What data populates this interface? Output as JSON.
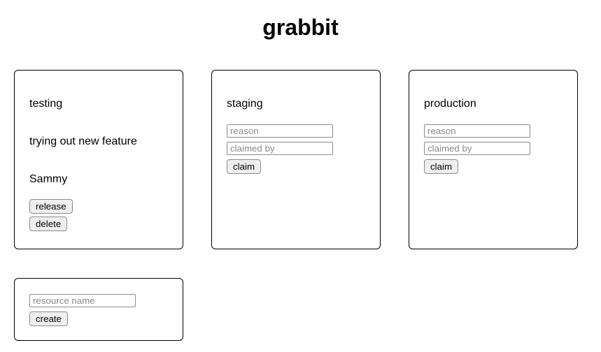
{
  "app": {
    "title": "grabbit"
  },
  "resources": [
    {
      "name": "testing",
      "state": "claimed",
      "reason": "trying out new feature",
      "claimed_by": "Sammy",
      "release_label": "release",
      "delete_label": "delete"
    },
    {
      "name": "staging",
      "state": "available",
      "reason_placeholder": "reason",
      "claimed_by_placeholder": "claimed by",
      "claim_label": "claim"
    },
    {
      "name": "production",
      "state": "available",
      "reason_placeholder": "reason",
      "claimed_by_placeholder": "claimed by",
      "claim_label": "claim"
    }
  ],
  "create_form": {
    "name_placeholder": "resource name",
    "create_label": "create"
  },
  "colors": {
    "background": "#ffffff",
    "text": "#000000",
    "card_border": "#000000",
    "input_border": "#8b8b8b",
    "button_background": "#efefef",
    "button_border": "#8b8b8b",
    "placeholder_text": "#8a8a8a"
  }
}
